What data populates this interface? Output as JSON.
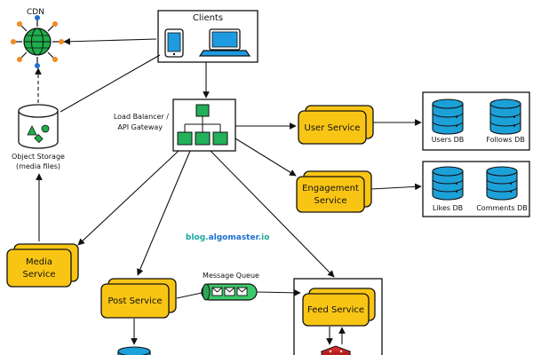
{
  "nodes": {
    "cdn": {
      "label": "CDN"
    },
    "clients": {
      "label": "Clients"
    },
    "object_storage": {
      "line1": "Object Storage",
      "line2": "(media files)"
    },
    "load_balancer": {
      "line1": "Load Balancer /",
      "line2": "API Gateway"
    },
    "user_service": {
      "label": "User Service"
    },
    "users_db": {
      "label": "Users DB"
    },
    "follows_db": {
      "label": "Follows DB"
    },
    "engagement_service": {
      "line1": "Engagement",
      "line2": "Service"
    },
    "likes_db": {
      "label": "Likes DB"
    },
    "comments_db": {
      "label": "Comments DB"
    },
    "media_service": {
      "line1": "Media",
      "line2": "Service"
    },
    "post_service": {
      "label": "Post Service"
    },
    "message_queue": {
      "label": "Message Queue"
    },
    "feed_service": {
      "label": "Feed Service"
    }
  },
  "brand": {
    "prefix": "blog.",
    "name": "algomaster",
    "suffix": ".io"
  },
  "colors": {
    "service_fill": "#f9c515",
    "db_fill": "#1ca0d8",
    "cdn_fill": "#1fae4b",
    "node_green": "#22b05a",
    "queue_fill": "#3cc86a",
    "brand_teal": "#1aa7a0",
    "brand_blue": "#1c6fd0",
    "device_blue": "#1e9be0",
    "redis_red": "#d42a2a"
  }
}
